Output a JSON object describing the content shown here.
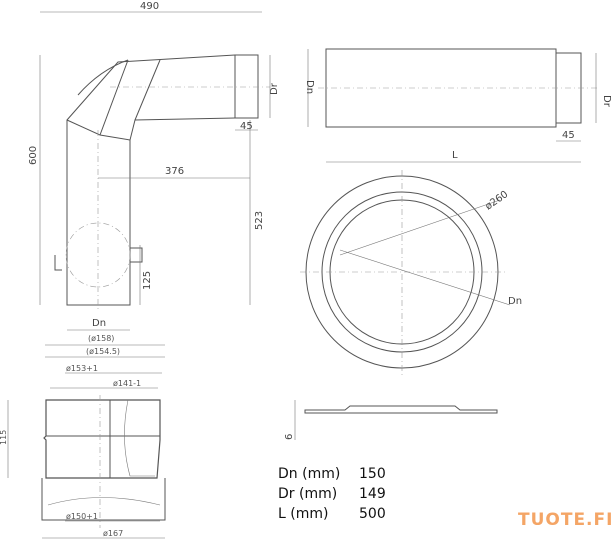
{
  "elbow_view": {
    "width": "490",
    "height": "600",
    "offset": "376",
    "dr": "Dr",
    "end": "45",
    "riser": "523",
    "socket": "125",
    "dn": "Dn"
  },
  "pipe_view": {
    "dn": "Dn",
    "dr": "Dr",
    "end": "45",
    "length": "L"
  },
  "flange_view": {
    "diameter": "ø260",
    "dn": "Dn",
    "thickness": "6"
  },
  "detail_view": {
    "d1": "(ø158)",
    "d2": "(ø154.5)",
    "d3": "ø153+1",
    "d4": "ø141-1",
    "height": "115",
    "d5": "ø150+1",
    "d6": "ø167"
  },
  "specs": [
    {
      "label": "Dn (mm)",
      "value": "150"
    },
    {
      "label": "Dr (mm)",
      "value": "149"
    },
    {
      "label": "L (mm)",
      "value": "500"
    }
  ],
  "brand": "TUOTE.FI"
}
